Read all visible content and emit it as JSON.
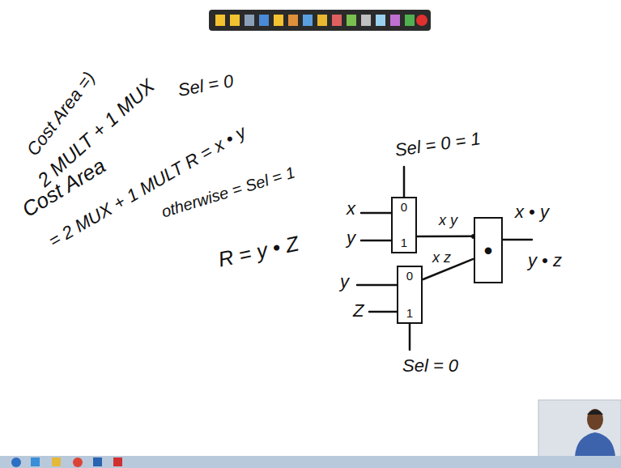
{
  "diagram": {
    "nodes": [
      {
        "text": [
          "0",
          "1"
        ]
      },
      {
        "text": [
          "0",
          "1"
        ]
      },
      {
        "text": [
          "•"
        ]
      }
    ],
    "edges": [
      {
        "from": 0,
        "to": 2,
        "arrow": "none",
        "label": "x y"
      },
      {
        "from": 1,
        "to": 2,
        "arrow": "none",
        "label": "x z"
      }
    ],
    "labels": [
      "Cost Area =)",
      "2 MULT + 1 MUX",
      "Sel = 0",
      "Cost Area",
      "= 2 MUX + 1 MULT R = x • y",
      "otherwise = Sel = 1",
      "R = y • Z",
      "Sel = 0 = 1",
      "x",
      "y",
      "y",
      "Z",
      "Sel = 0",
      "x • y",
      "y • z"
    ]
  }
}
